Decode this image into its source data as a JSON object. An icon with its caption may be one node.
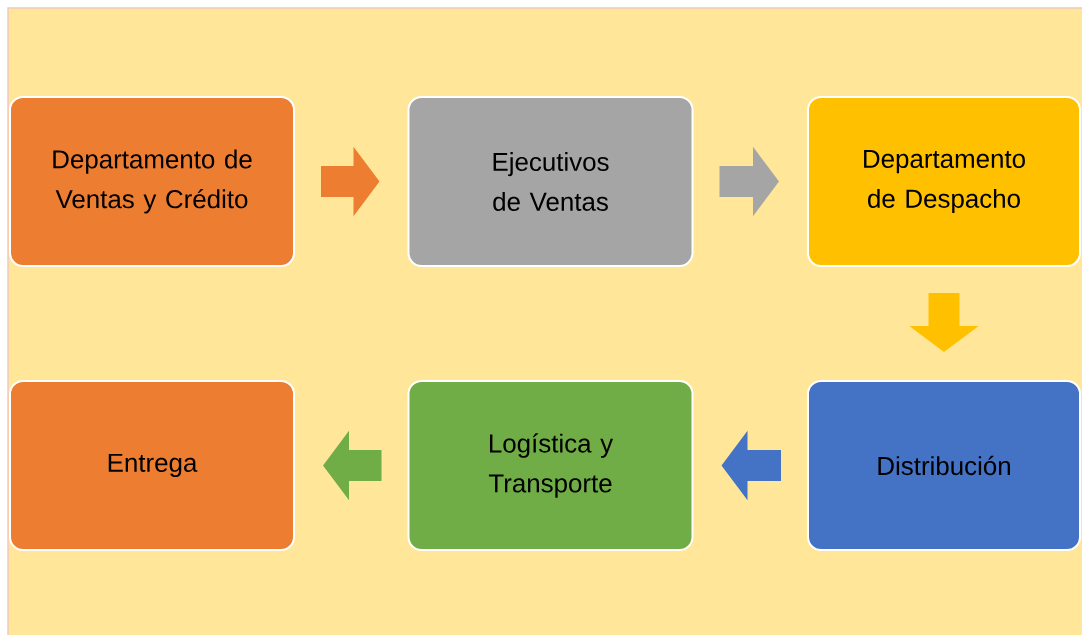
{
  "diagram": {
    "nodes": [
      {
        "text": [
          "Departamento de Ventas y Crédito"
        ]
      },
      {
        "text": [
          "Ejecutivos de Ventas"
        ]
      },
      {
        "text": [
          "Departamento de Despacho"
        ]
      },
      {
        "text": [
          "Entrega"
        ]
      },
      {
        "text": [
          "Logística y Transporte"
        ]
      },
      {
        "text": [
          "Distribución"
        ]
      }
    ],
    "edges": [
      {
        "from": 0,
        "to": 1,
        "arrow": "to",
        "color": "#ed7d31"
      },
      {
        "from": 1,
        "to": 2,
        "arrow": "to",
        "color": "#a5a5a5"
      },
      {
        "from": 2,
        "to": 5,
        "arrow": "to",
        "color": "#ffc000"
      },
      {
        "from": 5,
        "to": 4,
        "arrow": "to",
        "color": "#4472c4"
      },
      {
        "from": 4,
        "to": 3,
        "arrow": "to",
        "color": "#70ad47"
      }
    ]
  }
}
